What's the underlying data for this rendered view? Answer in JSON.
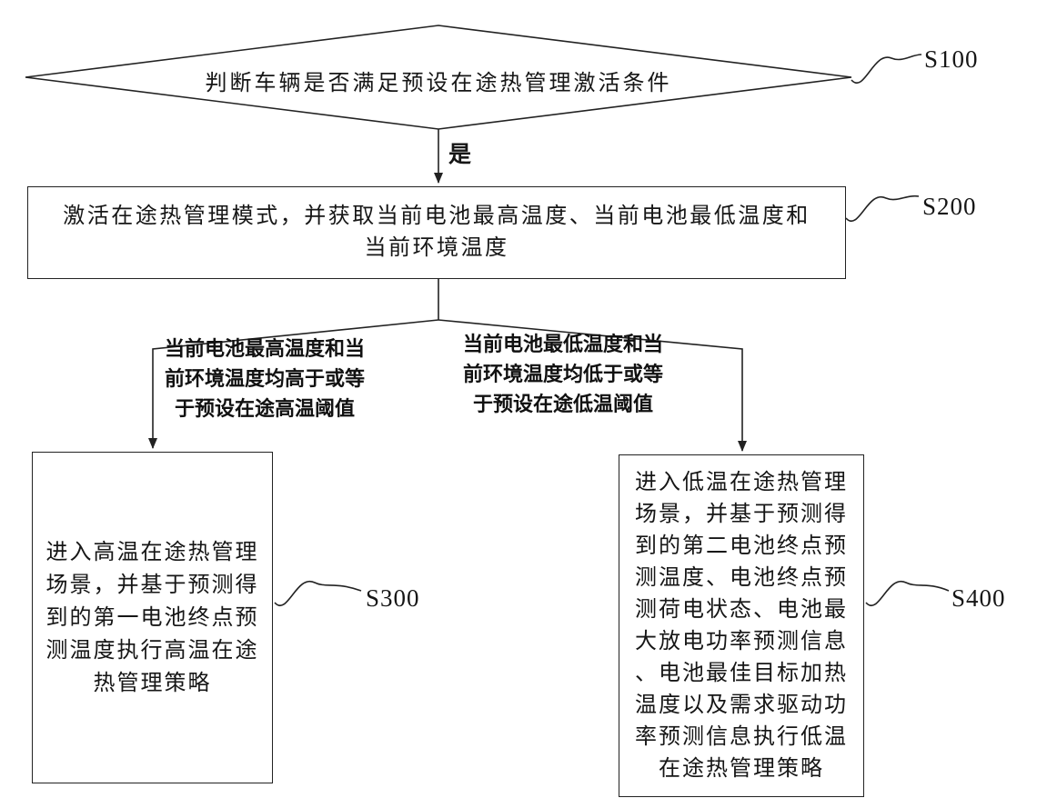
{
  "colors": {
    "line": "#222222",
    "background": "#ffffff",
    "text": "#161616"
  },
  "nodes": {
    "decision": {
      "text": "判断车辆是否满足预设在途热管理激活条件",
      "ref": "S100"
    },
    "yes_label": "是",
    "activate": {
      "lines": [
        "激活在途热管理模式，并获取当前电池最高温度、当前电池最低温度和",
        "当前环境温度"
      ],
      "ref": "S200"
    },
    "branch_high": {
      "lines": [
        "当前电池最高温度和当",
        "前环境温度均高于或等",
        "于预设在途高温阈值"
      ]
    },
    "branch_low": {
      "lines": [
        "当前电池最低温度和当",
        "前环境温度均低于或等",
        "于预设在途低温阈值"
      ]
    },
    "high_temp": {
      "lines": [
        "进入高温在途热管理",
        "场景，并基于预测得",
        "到的第一电池终点预",
        "测温度执行高温在途",
        "热管理策略"
      ],
      "ref": "S300"
    },
    "low_temp": {
      "lines": [
        "进入低温在途热管理",
        "场景，并基于预测得",
        "到的第二电池终点预",
        "测温度、电池终点预",
        "测荷电状态、电池最",
        "大放电功率预测信息",
        "、电池最佳目标加热",
        "温度以及需求驱动功",
        "率预测信息执行低温",
        "在途热管理策略"
      ],
      "ref": "S400"
    }
  }
}
